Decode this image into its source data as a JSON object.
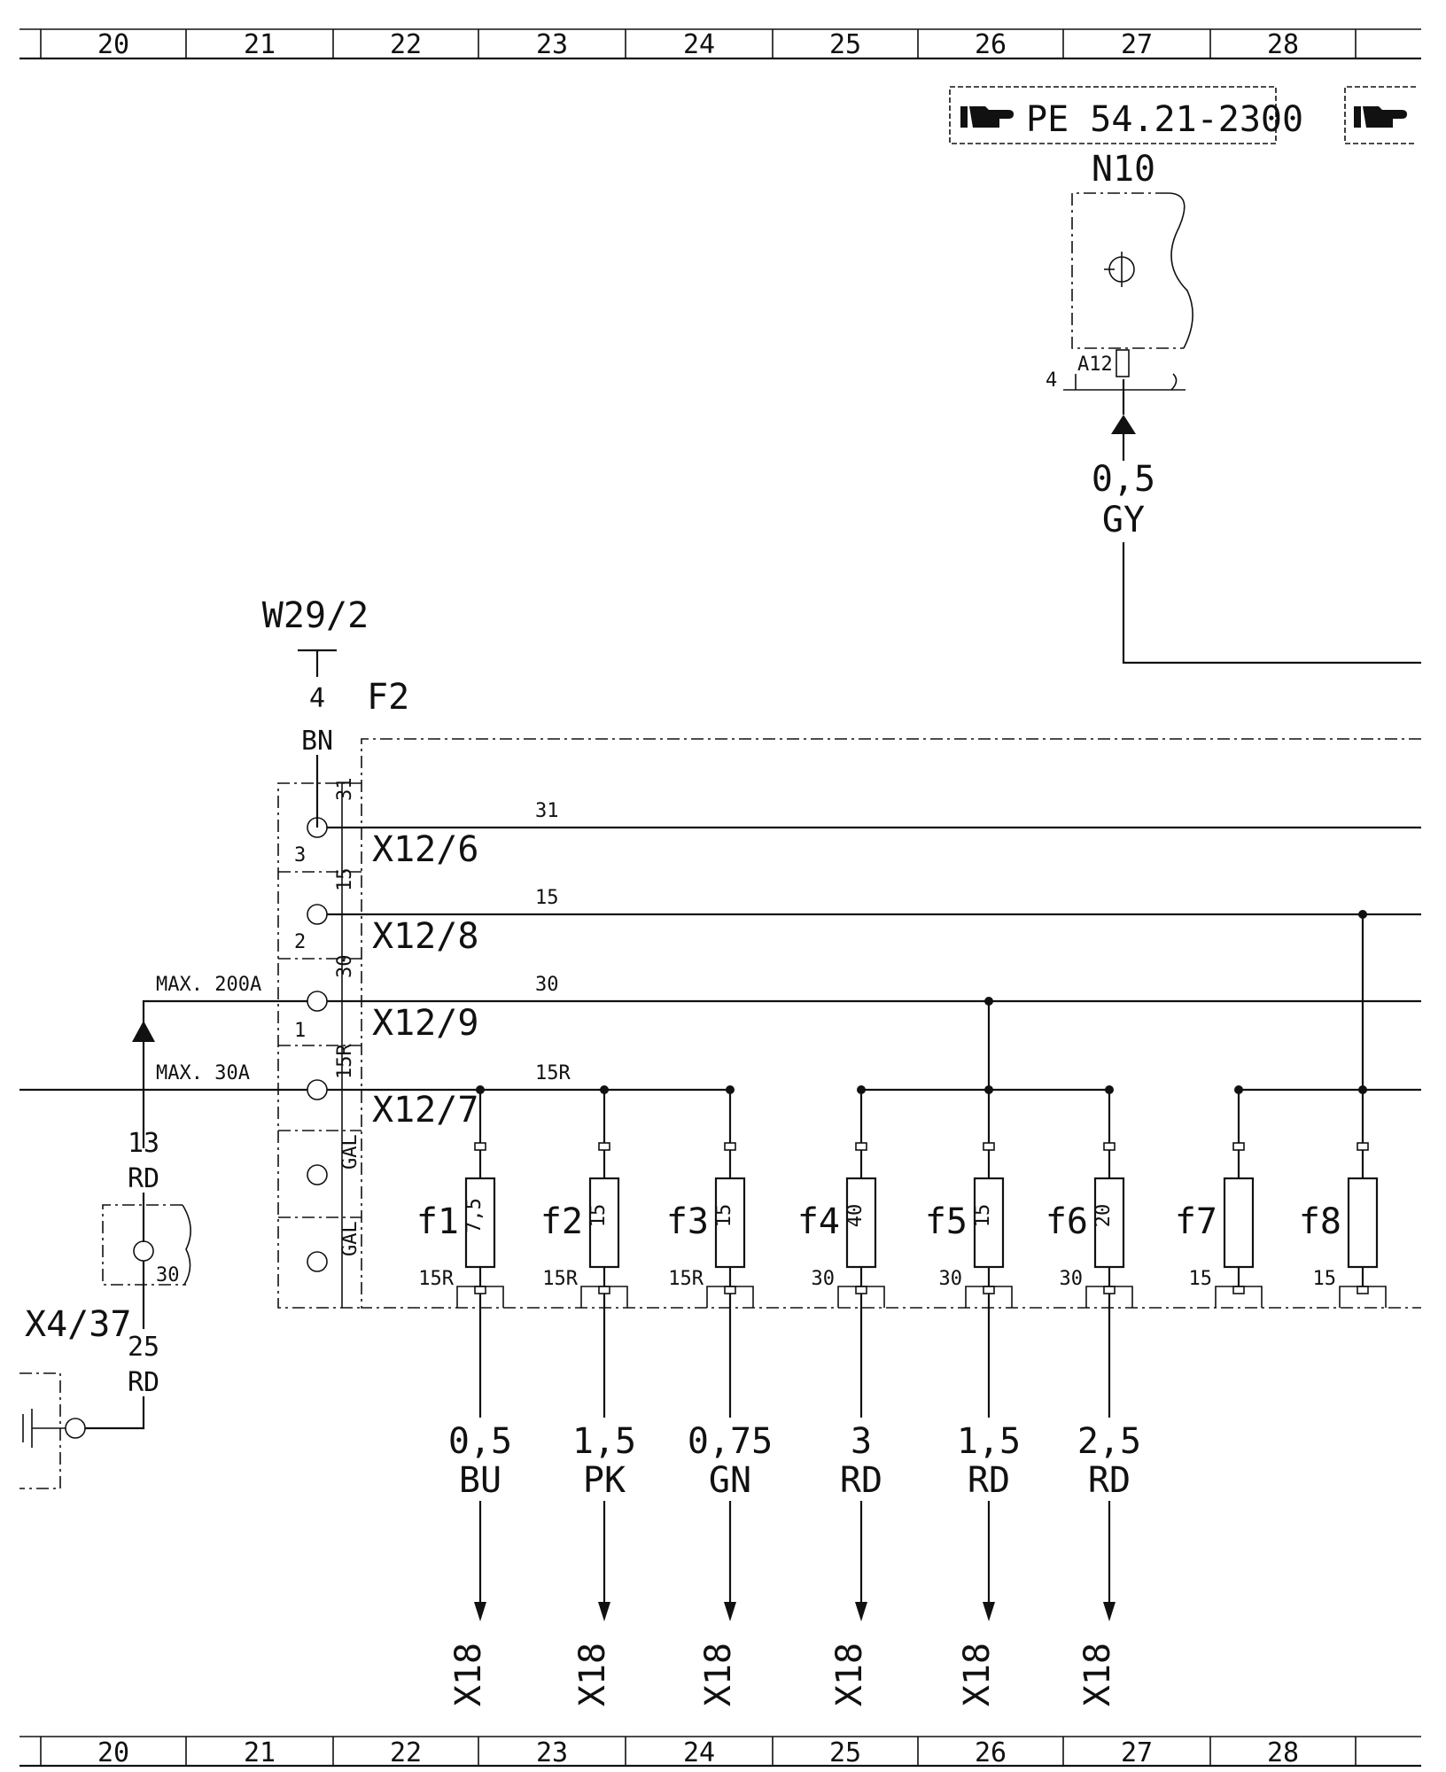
{
  "grid": {
    "columns": [
      "20",
      "21",
      "22",
      "23",
      "24",
      "25",
      "26",
      "27",
      "28"
    ]
  },
  "references": {
    "primary": "PE 54.21-2300",
    "secondary_icon": "pointing-hand-icon"
  },
  "components": {
    "control_unit": {
      "id": "N10",
      "connector": "A12",
      "pin": "4"
    },
    "ground_ref": {
      "id": "W29/2",
      "wire_size": "4",
      "wire_color": "BN"
    },
    "fuse_box": {
      "id": "F2"
    },
    "battery_terminal": {
      "id": "X4/37",
      "terminal": "30"
    }
  },
  "feed_wires": {
    "n10_feed": {
      "size": "0,5",
      "color": "GY"
    },
    "battery_upper": {
      "size": "13",
      "color": "RD"
    },
    "battery_lower": {
      "size": "25",
      "color": "RD"
    },
    "max_200": "MAX. 200A",
    "max_30": "MAX. 30A"
  },
  "bus": [
    {
      "terminal": "31",
      "connector": "X12/6",
      "line_label": "31"
    },
    {
      "terminal": "15",
      "connector": "X12/8",
      "line_label": "15"
    },
    {
      "terminal": "30",
      "connector": "X12/9",
      "line_label": "30"
    },
    {
      "terminal": "15R",
      "connector": "X12/7",
      "line_label": "15R"
    }
  ],
  "box_terminals": [
    "GAL",
    "GAL"
  ],
  "box_pins": [
    "3",
    "2",
    "1"
  ],
  "fuses": [
    {
      "name": "f1",
      "rating": "7,5",
      "circuit": "15R",
      "wire_size": "0,5",
      "wire_color": "BU",
      "dest": "X18"
    },
    {
      "name": "f2",
      "rating": "15",
      "circuit": "15R",
      "wire_size": "1,5",
      "wire_color": "PK",
      "dest": "X18"
    },
    {
      "name": "f3",
      "rating": "15",
      "circuit": "15R",
      "wire_size": "0,75",
      "wire_color": "GN",
      "dest": "X18"
    },
    {
      "name": "f4",
      "rating": "40",
      "circuit": "30",
      "wire_size": "3",
      "wire_color": "RD",
      "dest": "X18"
    },
    {
      "name": "f5",
      "rating": "15",
      "circuit": "30",
      "wire_size": "1,5",
      "wire_color": "RD",
      "dest": "X18"
    },
    {
      "name": "f6",
      "rating": "20",
      "circuit": "30",
      "wire_size": "2,5",
      "wire_color": "RD",
      "dest": "X18"
    },
    {
      "name": "f7",
      "rating": "",
      "circuit": "15",
      "wire_size": "",
      "wire_color": "",
      "dest": ""
    },
    {
      "name": "f8",
      "rating": "",
      "circuit": "15",
      "wire_size": "",
      "wire_color": "",
      "dest": ""
    }
  ]
}
